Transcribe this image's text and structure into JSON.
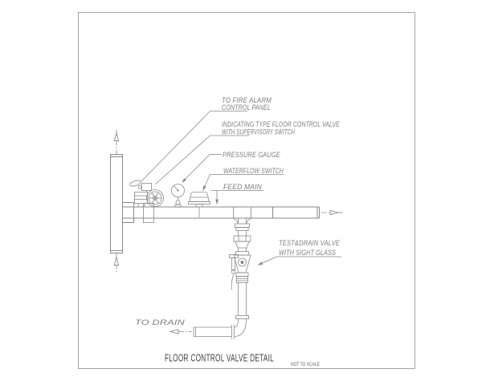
{
  "title_block": {
    "title": "FLOOR CONTROL VALVE DETAIL",
    "scale_note": "NOT TO SCALE"
  },
  "callouts": {
    "fire_alarm": {
      "line1": "TO FIRE ALARM",
      "line2": "CONTROL PANEL"
    },
    "control_valve": {
      "line1": "INDICATING TYPE FLOOR CONTROL VALVE",
      "line2": "WITH SUPERVISORY SWITCH"
    },
    "pressure_gauge": {
      "line1": "PRESSURE GAUGE"
    },
    "waterflow_switch": {
      "line1": "WATERFLOW SWITCH"
    },
    "feed_main": {
      "line1": "FEED MAIN"
    },
    "test_drain": {
      "line1": "TEST&DRAIN VALVE",
      "line2": "WITH SIGHT GLASS"
    },
    "to_drain": {
      "line1": "TO DRAIN"
    }
  },
  "colors": {
    "line": "#898989",
    "label_text": "#7d7d7d",
    "title_text": "#3f3f3f",
    "note_text": "#666666",
    "border": "#a3a3a3",
    "background": "#ffffff"
  }
}
